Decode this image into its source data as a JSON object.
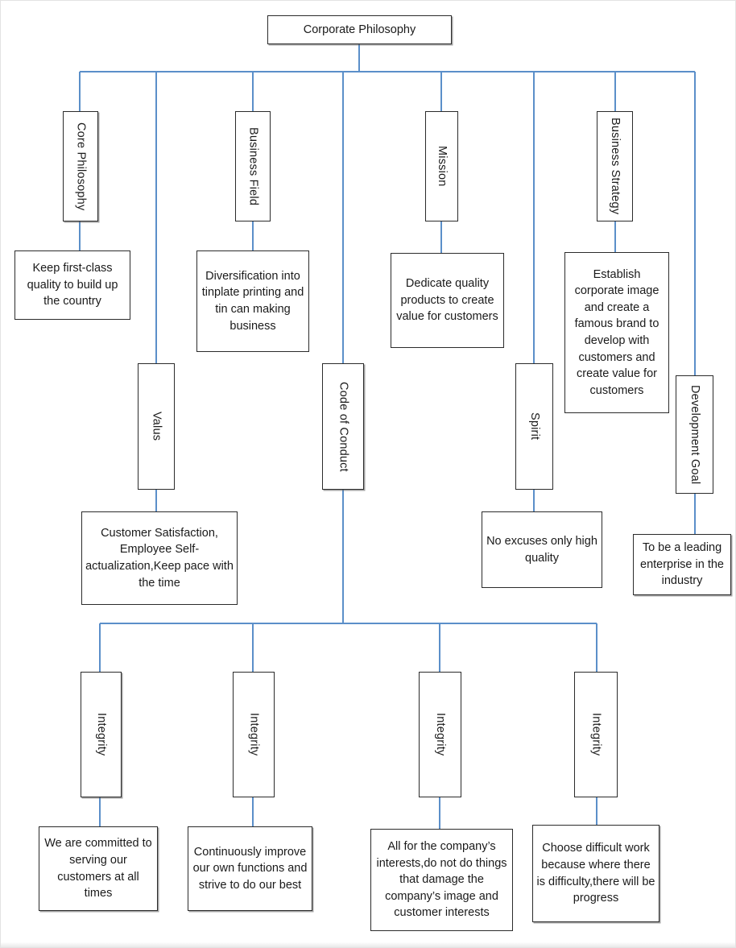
{
  "diagram": {
    "title": "Corporate Philosophy",
    "type": "organizational-tree",
    "root": {
      "label": "Corporate Philosophy"
    },
    "branches": [
      {
        "key": "core-philosophy",
        "heading": "Core Philosophy",
        "detail": "Keep first-class quality to build up the country"
      },
      {
        "key": "valus",
        "heading": "Valus",
        "detail": "Customer Satisfaction, Employee Self-actualization,Keep pace with the time"
      },
      {
        "key": "business-field",
        "heading": "Business Field",
        "detail": "Diversification into tinplate printing and tin can making business"
      },
      {
        "key": "code-of-conduct",
        "heading": "Code of Conduct",
        "detail": ""
      },
      {
        "key": "mission",
        "heading": "Mission",
        "detail": "Dedicate quality products to create value for customers"
      },
      {
        "key": "spirit",
        "heading": "Spirit",
        "detail": "No excuses only high quality"
      },
      {
        "key": "business-strategy",
        "heading": "Business Strategy",
        "detail": "Establish corporate image and create a famous brand to develop with customers and create value for customers"
      },
      {
        "key": "development-goal",
        "heading": "Development Goal",
        "detail": "To be a leading enterprise in the industry"
      }
    ],
    "conduct_children": [
      {
        "key": "integrity-1",
        "heading": "Integrity",
        "detail": "We are committed to serving our customers at all times"
      },
      {
        "key": "integrity-2",
        "heading": "Integrity",
        "detail": "Continuously improve our own functions and strive to do our best"
      },
      {
        "key": "integrity-3",
        "heading": "Integrity",
        "detail": "All for the company’s interests,do not do things that damage the company’s image and customer interests"
      },
      {
        "key": "integrity-4",
        "heading": "Integrity",
        "detail": "Choose difficult work because where there is difficulty,there will be progress"
      }
    ],
    "colors": {
      "connector": "#5b8fc9",
      "box_border": "#2b2b2b",
      "text": "#1a1a1a",
      "background": "#ffffff"
    }
  }
}
